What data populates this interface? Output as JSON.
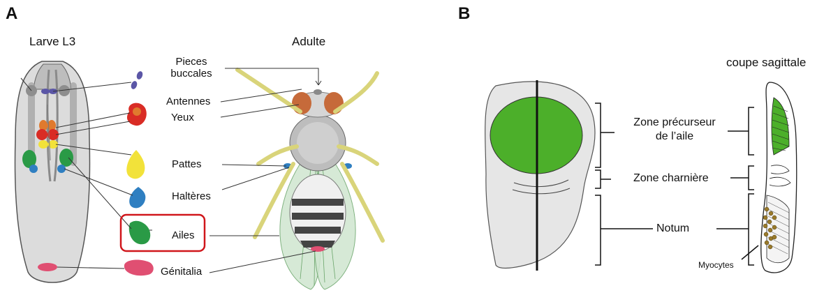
{
  "panelA": {
    "letter": "A",
    "larva_title": "Larve L3",
    "adult_title": "Adulte",
    "labels": {
      "pieces_line1": "Pieces",
      "pieces_line2": "buccales",
      "antennes": "Antennes",
      "yeux": "Yeux",
      "pattes": "Pattes",
      "halteres": "Haltères",
      "ailes": "Ailes",
      "genitalia": "Génitalia"
    },
    "colors": {
      "pieces_buccales": "#5b56a6",
      "antennes": "#e07a2e",
      "yeux": "#d92c25",
      "pattes": "#f2e23a",
      "halteres": "#2f7fc1",
      "ailes": "#2a9a46",
      "genitalia": "#e04f72",
      "highlight_box": "#d0161b"
    }
  },
  "panelB": {
    "letter": "B",
    "section_title": "coupe sagittale",
    "zone_precurseur_line1": "Zone précurseur",
    "zone_precurseur_line2": "de l’aile",
    "zone_charniere": "Zone charnière",
    "notum": "Notum",
    "myocytes": "Myocytes",
    "colors": {
      "wing_pouch": "#4caf2a",
      "disc_fill": "#e6e6e6",
      "myocytes": "#9a7a2a"
    }
  }
}
